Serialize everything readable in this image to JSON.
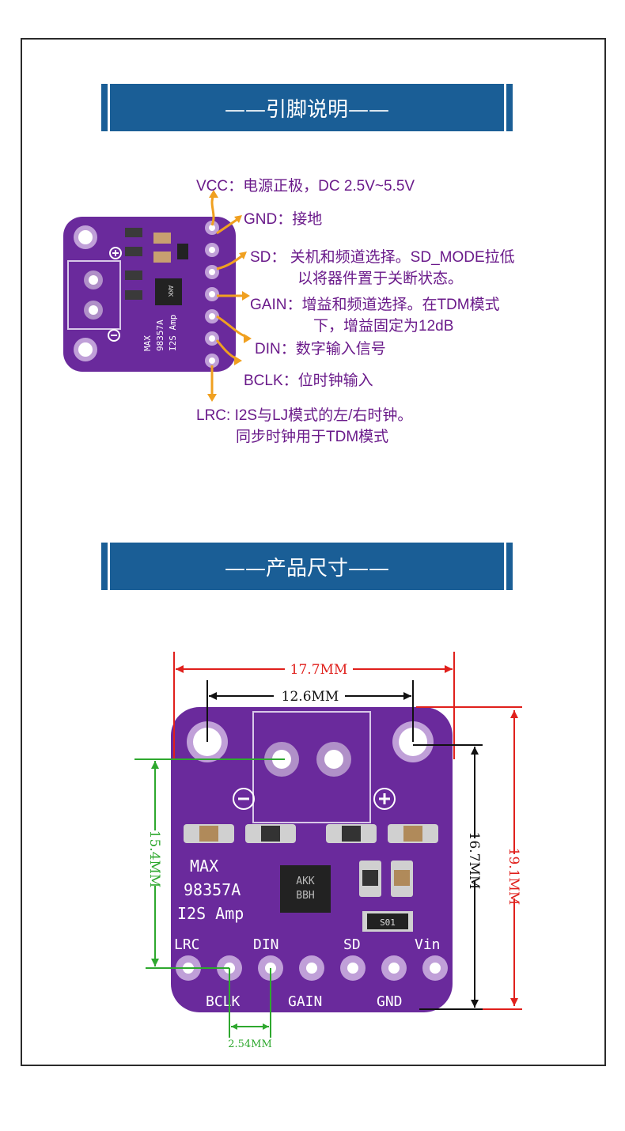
{
  "sections": {
    "pinout_title": "——引脚说明——",
    "size_title": "——产品尺寸——"
  },
  "board": {
    "silk_top": [
      "MAX",
      "98357A",
      "I2S Amp"
    ],
    "chip_text": [
      "AKK",
      "BBH"
    ],
    "resistor_text": "S01",
    "pin_silk": [
      "Vin",
      "GND",
      "SD",
      "GAIN",
      "DIN",
      "BCLK",
      "LRC"
    ]
  },
  "pins": [
    {
      "id": "vcc",
      "text": "VCC：电源正极，DC 2.5V~5.5V",
      "cont": ""
    },
    {
      "id": "gnd",
      "text": "GND：接地",
      "cont": ""
    },
    {
      "id": "sd",
      "text": "SD： 关机和频道选择。SD_MODE拉低",
      "cont": "以将器件置于关断状态。"
    },
    {
      "id": "gain",
      "text": "GAIN：增益和频道选择。在TDM模式",
      "cont": "下，增益固定为12dB"
    },
    {
      "id": "din",
      "text": "DIN：数字输入信号",
      "cont": ""
    },
    {
      "id": "bclk",
      "text": "BCLK：位时钟输入",
      "cont": ""
    },
    {
      "id": "lrc",
      "text": "LRC: I2S与LJ模式的左/右时钟。",
      "cont": "同步时钟用于TDM模式"
    }
  ],
  "dimensions": {
    "width": "17.7MM",
    "hole_spacing": "12.6MM",
    "height": "19.1MM",
    "hole_to_pins": "16.7MM",
    "left_height": "15.4MM",
    "pitch": "2.54MM"
  },
  "colors": {
    "banner": "#1a5e96",
    "pcb": "#6a2a9c",
    "label": "#6a1a8a",
    "arrow": "#f0a020",
    "dim_red": "#e0201c",
    "dim_green": "#2ea82e",
    "dim_black": "#111111"
  }
}
